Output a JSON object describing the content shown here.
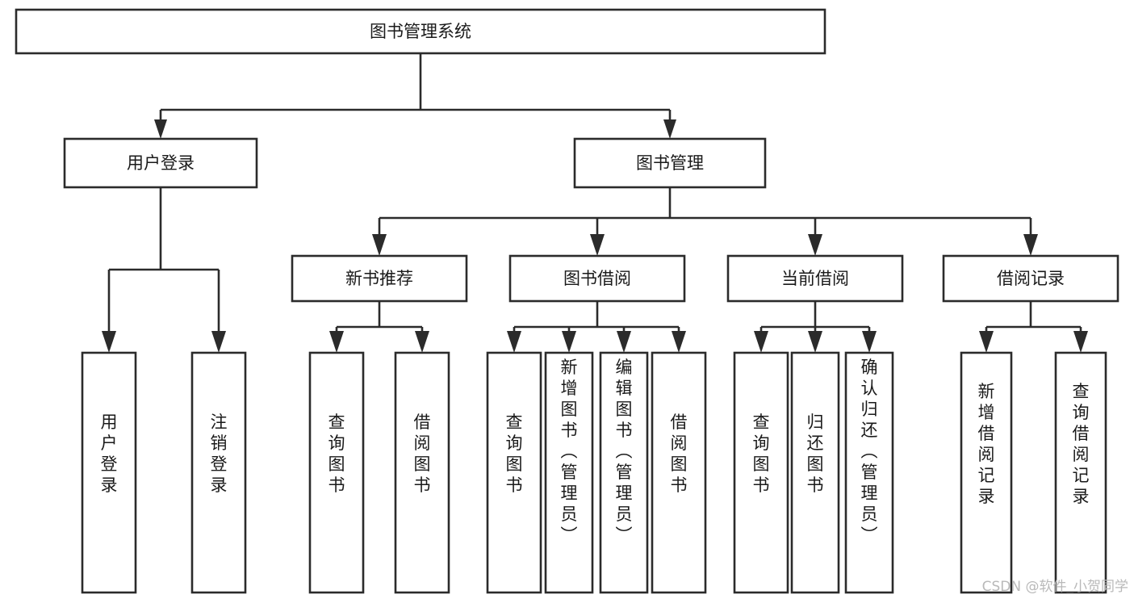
{
  "diagram": {
    "type": "tree-hierarchy-flowchart",
    "title": "图书管理系统",
    "orientation": "top-down",
    "levels": 4,
    "root": {
      "id": "root",
      "label": "图书管理系统",
      "shape": "rectangle"
    },
    "level2": [
      {
        "id": "user-login",
        "label": "用户登录",
        "shape": "rectangle"
      },
      {
        "id": "book-manage",
        "label": "图书管理",
        "shape": "rectangle"
      }
    ],
    "level3": [
      {
        "id": "new-book-recommend",
        "label": "新书推荐",
        "parent": "book-manage"
      },
      {
        "id": "book-borrow",
        "label": "图书借阅",
        "parent": "book-manage"
      },
      {
        "id": "current-borrow",
        "label": "当前借阅",
        "parent": "book-manage"
      },
      {
        "id": "borrow-record",
        "label": "借阅记录",
        "parent": "book-manage"
      }
    ],
    "leaves": [
      {
        "id": "leaf-user-login",
        "label": "用户登录",
        "parent": "user-login"
      },
      {
        "id": "leaf-user-logout",
        "label": "注销登录",
        "parent": "user-login"
      },
      {
        "id": "leaf-query-book-1",
        "label": "查询图书",
        "parent": "new-book-recommend"
      },
      {
        "id": "leaf-borrow-book-1",
        "label": "借阅图书",
        "parent": "new-book-recommend"
      },
      {
        "id": "leaf-query-book-2",
        "label": "查询图书",
        "parent": "book-borrow"
      },
      {
        "id": "leaf-add-book",
        "label": "新增图书（管理员）",
        "parent": "book-borrow"
      },
      {
        "id": "leaf-edit-book",
        "label": "编辑图书（管理员）",
        "parent": "book-borrow"
      },
      {
        "id": "leaf-borrow-book-2",
        "label": "借阅图书",
        "parent": "book-borrow"
      },
      {
        "id": "leaf-query-book-3",
        "label": "查询图书",
        "parent": "current-borrow"
      },
      {
        "id": "leaf-return-book",
        "label": "归还图书",
        "parent": "current-borrow"
      },
      {
        "id": "leaf-confirm-return",
        "label": "确认归还（管理员）",
        "parent": "current-borrow"
      },
      {
        "id": "leaf-add-record",
        "label": "新增借阅记录",
        "parent": "borrow-record"
      },
      {
        "id": "leaf-query-record",
        "label": "查询借阅记录",
        "parent": "borrow-record"
      }
    ],
    "colors": {
      "box_stroke": "#2b2b2b",
      "box_fill": "#ffffff",
      "edge": "#2b2b2b",
      "text": "#1a1a1a",
      "background": "#ffffff",
      "watermark": "#b9b9b9"
    }
  },
  "watermark": {
    "text": "CSDN @软件_小贺同学"
  }
}
